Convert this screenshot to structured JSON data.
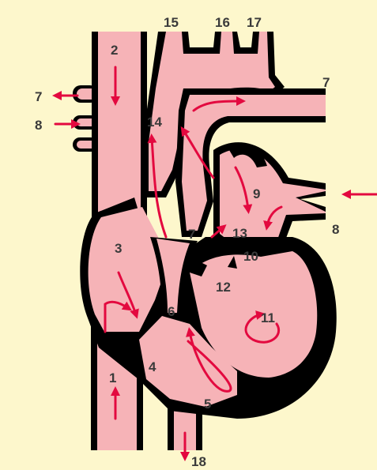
{
  "colors": {
    "background": "#fdf7cc",
    "blood": "#f6b3b7",
    "outline": "#000000",
    "arrow": "#e3093f",
    "label": "#3a3a3a"
  },
  "labels": {
    "l1": "1",
    "l2": "2",
    "l3": "3",
    "l4": "4",
    "l5": "5",
    "l6": "6",
    "l7": "7",
    "l8": "8",
    "l9": "9",
    "l10": "10",
    "l11": "11",
    "l12": "12",
    "l13": "13",
    "l14": "14",
    "l15": "15",
    "l16": "16",
    "l17": "17",
    "l18": "18"
  }
}
